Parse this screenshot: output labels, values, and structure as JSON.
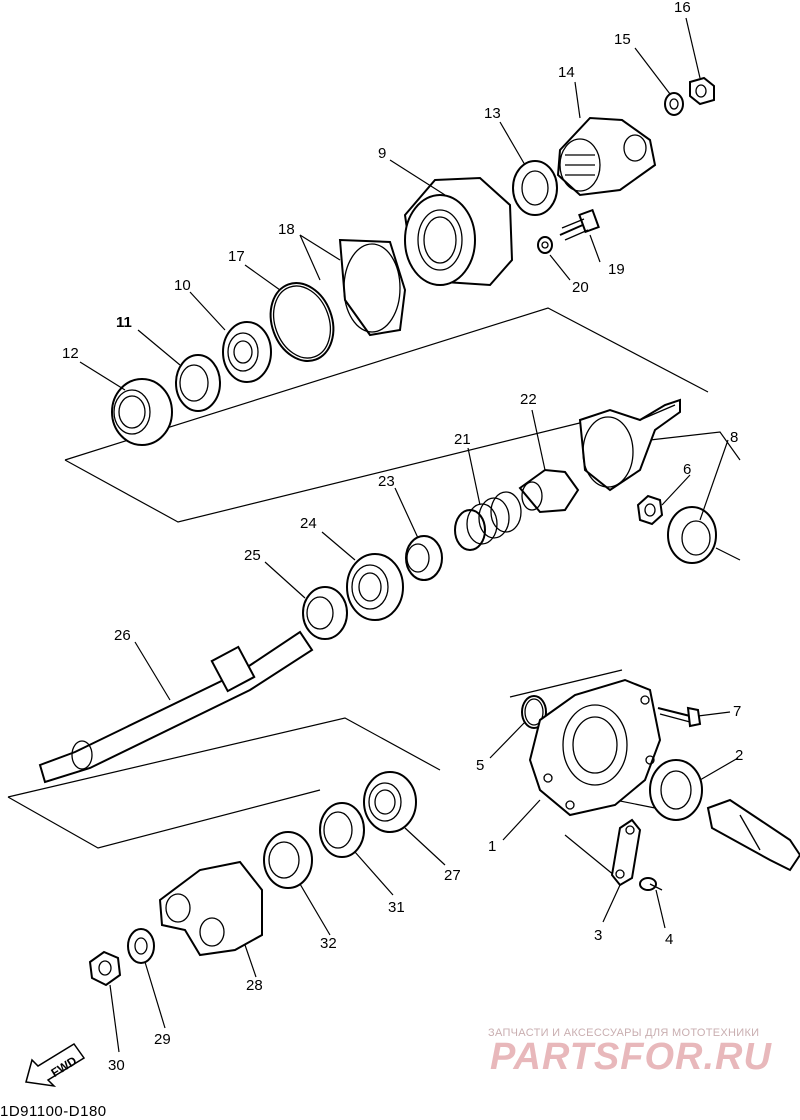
{
  "labels": [
    {
      "id": "1",
      "text": "1"
    },
    {
      "id": "2",
      "text": "2"
    },
    {
      "id": "3",
      "text": "3"
    },
    {
      "id": "4",
      "text": "4"
    },
    {
      "id": "5",
      "text": "5"
    },
    {
      "id": "6",
      "text": "6"
    },
    {
      "id": "7",
      "text": "7"
    },
    {
      "id": "8",
      "text": "8"
    },
    {
      "id": "9",
      "text": "9"
    },
    {
      "id": "10",
      "text": "10"
    },
    {
      "id": "11",
      "text": "11"
    },
    {
      "id": "12",
      "text": "12"
    },
    {
      "id": "13",
      "text": "13"
    },
    {
      "id": "14",
      "text": "14"
    },
    {
      "id": "15",
      "text": "15"
    },
    {
      "id": "16",
      "text": "16"
    },
    {
      "id": "17",
      "text": "17"
    },
    {
      "id": "18",
      "text": "18"
    },
    {
      "id": "19",
      "text": "19"
    },
    {
      "id": "20",
      "text": "20"
    },
    {
      "id": "21",
      "text": "21"
    },
    {
      "id": "22",
      "text": "22"
    },
    {
      "id": "23",
      "text": "23"
    },
    {
      "id": "24",
      "text": "24"
    },
    {
      "id": "25",
      "text": "25"
    },
    {
      "id": "26",
      "text": "26"
    },
    {
      "id": "27",
      "text": "27"
    },
    {
      "id": "28",
      "text": "28"
    },
    {
      "id": "29",
      "text": "29"
    },
    {
      "id": "30",
      "text": "30"
    },
    {
      "id": "31",
      "text": "31"
    },
    {
      "id": "32",
      "text": "32"
    }
  ],
  "diagram_code": "1D91100-D180",
  "direction_arrow": "FWD",
  "watermark": {
    "tagline": "ЗАПЧАСТИ И АКСЕССУАРЫ ДЛЯ МОТОТЕХНИКИ",
    "logo": "PARTSFOR.RU",
    "color": "#e8b8bb"
  }
}
